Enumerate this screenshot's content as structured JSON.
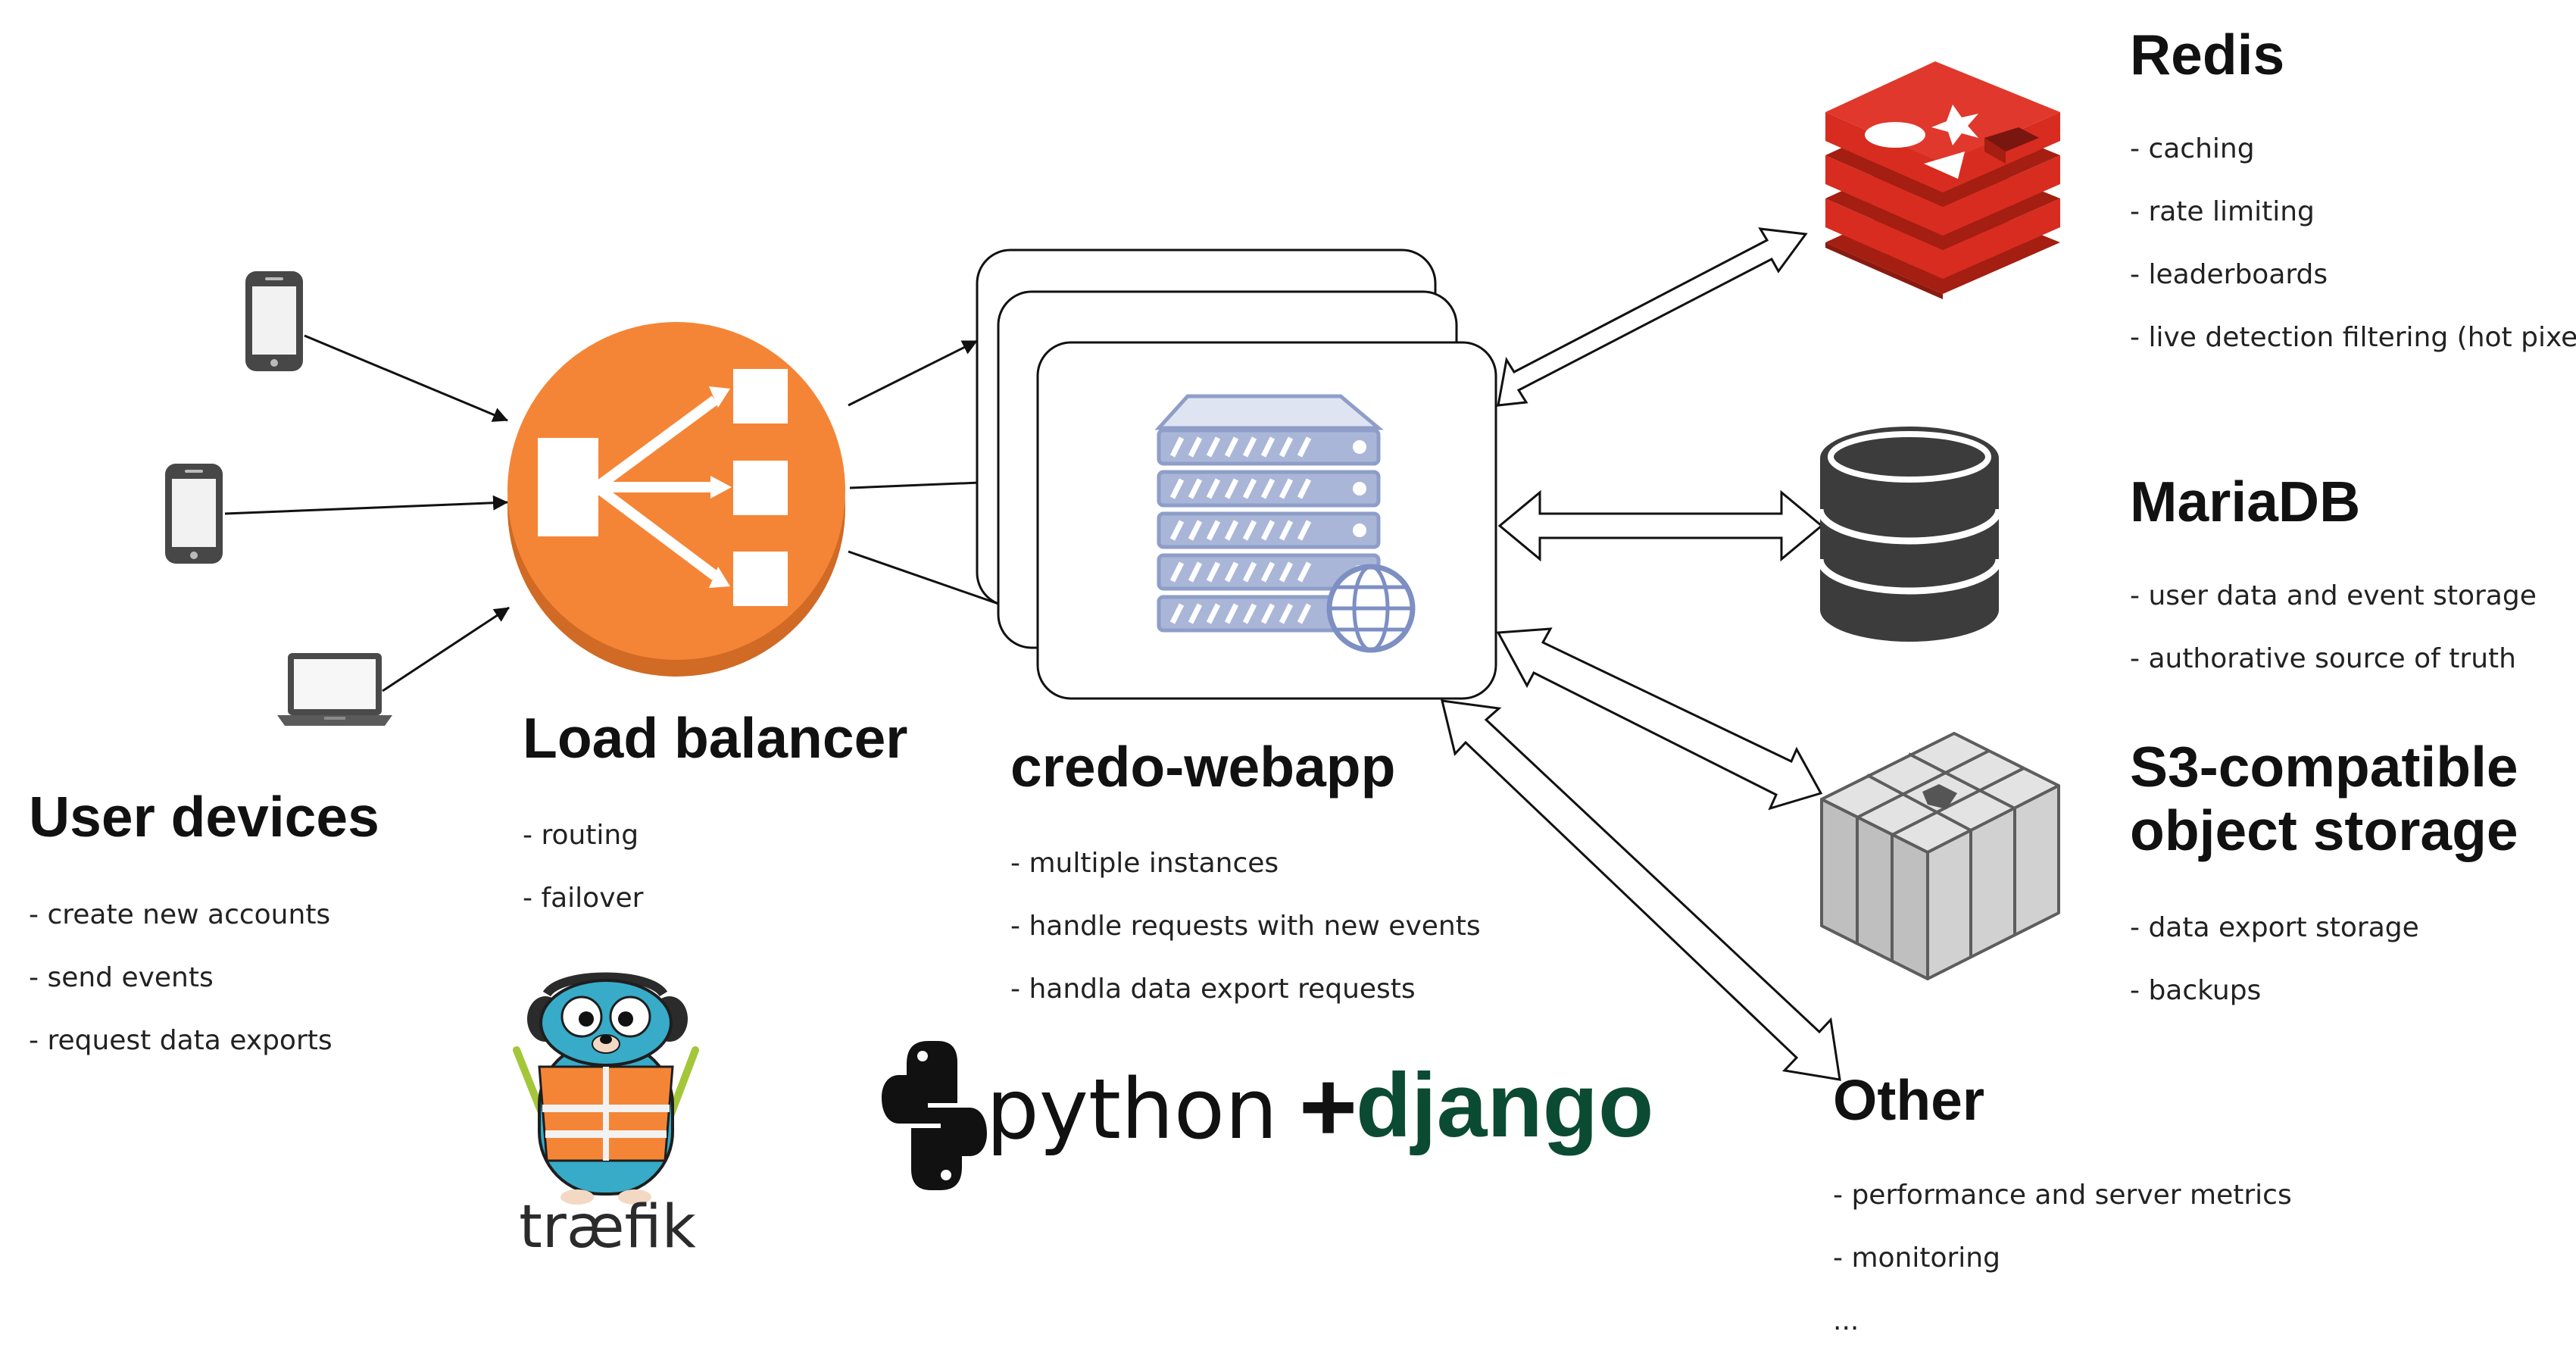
{
  "components": {
    "user_devices": {
      "title": "User devices",
      "items": [
        "create new accounts",
        "send events",
        "request data exports"
      ]
    },
    "load_balancer": {
      "title": "Load balancer",
      "items": [
        "routing",
        "failover"
      ],
      "logo_text": "træfik"
    },
    "webapp": {
      "title": "credo-webapp",
      "items": [
        "multiple instances",
        "handle requests with new events",
        "handla data export requests"
      ],
      "stack": {
        "python": "python",
        "plus": "+",
        "django": "django"
      }
    },
    "redis": {
      "title": "Redis",
      "items": [
        "caching",
        "rate limiting",
        "leaderboards",
        "live detection filtering (hot pixels)"
      ]
    },
    "mariadb": {
      "title": "MariaDB",
      "items": [
        "user data and event storage",
        "authorative source of truth"
      ]
    },
    "s3": {
      "title_line1": "S3-compatible",
      "title_line2": "object storage",
      "items": [
        "data export storage",
        "backups"
      ]
    },
    "other": {
      "title": "Other",
      "items": [
        "performance and server metrics",
        "monitoring"
      ],
      "ellipsis": "..."
    }
  },
  "icons": [
    "phone-icon",
    "laptop-icon",
    "load-balancer-icon",
    "server-globe-icon",
    "redis-logo-icon",
    "database-icon",
    "storage-cube-icon",
    "python-logo-icon",
    "gopher-mascot-icon"
  ],
  "colors": {
    "load_balancer": "#f58536",
    "redis": "#d82c20",
    "database": "#3c3c3c",
    "django": "#0c4b33",
    "server": "#8e9ec8",
    "traefik_blue": "#37abc8"
  }
}
